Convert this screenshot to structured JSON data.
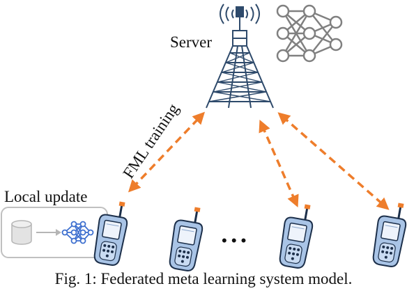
{
  "labels": {
    "server": "Server",
    "link": "FML training",
    "local_update": "Local update",
    "ellipsis": "• • •",
    "caption": "Fig. 1: Federated meta learning system model."
  },
  "colors": {
    "arrow": "#ee7d2b",
    "tower": "#2e4a6b",
    "nn_node": "#808080",
    "local_nn": "#3d6fcf",
    "phone_body": "#a9c4e6",
    "phone_outline": "#1c2f4a"
  },
  "icons": {
    "tower": "cell-tower-icon",
    "server_model": "neural-network-icon",
    "database": "database-icon",
    "local_model": "neural-network-icon",
    "phone": "mobile-phone-icon"
  }
}
